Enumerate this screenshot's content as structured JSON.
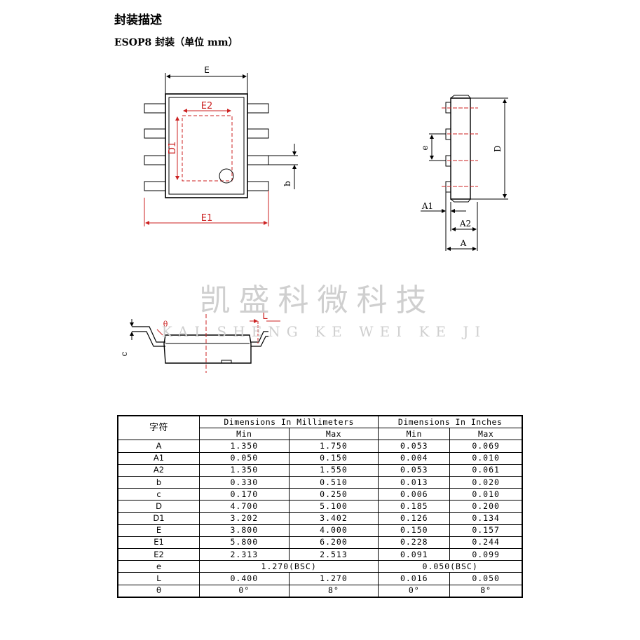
{
  "heading": "封装描述",
  "subheading": "ESOP8 封装（单位 mm）",
  "watermark": {
    "cn": "凯盛科微科技",
    "en": "KAI SHENG KE WEI KE JI"
  },
  "labels": {
    "top": {
      "E": "E",
      "E2": "E2",
      "D1": "D1",
      "b": "b",
      "E1": "E1"
    },
    "side": {
      "e": "e",
      "D": "D",
      "A1": "A1",
      "A2": "A2",
      "A": "A"
    },
    "front": {
      "theta": "θ",
      "L": "L",
      "c": "c"
    }
  },
  "table": {
    "symbol_header": "字符",
    "mm_header": "Dimensions In Millimeters",
    "in_header": "Dimensions In Inches",
    "min": "Min",
    "max": "Max",
    "rows": [
      {
        "sym": "A",
        "mm_min": "1.350",
        "mm_max": "1.750",
        "in_min": "0.053",
        "in_max": "0.069"
      },
      {
        "sym": "A1",
        "mm_min": "0.050",
        "mm_max": "0.150",
        "in_min": "0.004",
        "in_max": "0.010"
      },
      {
        "sym": "A2",
        "mm_min": "1.350",
        "mm_max": "1.550",
        "in_min": "0.053",
        "in_max": "0.061"
      },
      {
        "sym": "b",
        "mm_min": "0.330",
        "mm_max": "0.510",
        "in_min": "0.013",
        "in_max": "0.020"
      },
      {
        "sym": "c",
        "mm_min": "0.170",
        "mm_max": "0.250",
        "in_min": "0.006",
        "in_max": "0.010"
      },
      {
        "sym": "D",
        "mm_min": "4.700",
        "mm_max": "5.100",
        "in_min": "0.185",
        "in_max": "0.200"
      },
      {
        "sym": "D1",
        "mm_min": "3.202",
        "mm_max": "3.402",
        "in_min": "0.126",
        "in_max": "0.134"
      },
      {
        "sym": "E",
        "mm_min": "3.800",
        "mm_max": "4.000",
        "in_min": "0.150",
        "in_max": "0.157"
      },
      {
        "sym": "E1",
        "mm_min": "5.800",
        "mm_max": "6.200",
        "in_min": "0.228",
        "in_max": "0.244"
      },
      {
        "sym": "E2",
        "mm_min": "2.313",
        "mm_max": "2.513",
        "in_min": "0.091",
        "in_max": "0.099"
      },
      {
        "sym": "L",
        "mm_min": "0.400",
        "mm_max": "1.270",
        "in_min": "0.016",
        "in_max": "0.050"
      },
      {
        "sym": "θ",
        "mm_min": "0°",
        "mm_max": "8°",
        "in_min": "0°",
        "in_max": "8°"
      }
    ],
    "e_row": {
      "sym": "e",
      "mm": "1.270(BSC)",
      "in": "0.050(BSC)"
    }
  },
  "colors": {
    "dimension_red": "#cc2222",
    "line": "#000000",
    "watermark": "#cfcfcf"
  }
}
